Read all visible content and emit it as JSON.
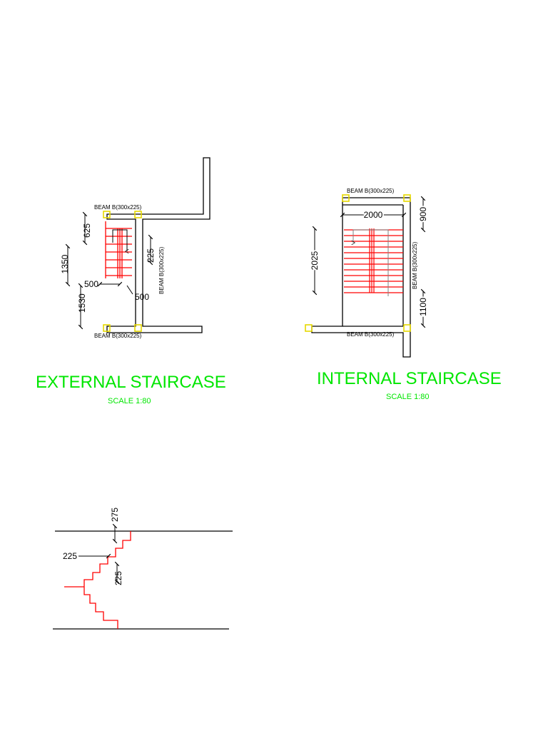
{
  "colors": {
    "background": "#ffffff",
    "wall": "#000000",
    "stair": "#ff0000",
    "column": "#ffff00",
    "title": "#00ff00",
    "arrow": "#808080"
  },
  "external": {
    "title": "EXTERNAL STAIRCASE",
    "scale": "SCALE 1:80",
    "beam_top": "BEAM B(300x225)",
    "beam_bottom": "BEAM B(300x225)",
    "beam_side": "BEAM B(300x225)",
    "dims": {
      "d625": "625",
      "d1350": "1350",
      "d1530": "1530",
      "d500a": "500",
      "d500b": "500",
      "d225": "225"
    }
  },
  "internal": {
    "title": "INTERNAL STAIRCASE",
    "scale": "SCALE 1:80",
    "beam_top": "BEAM B(300x225)",
    "beam_bottom": "BEAM B(300x225)",
    "beam_side": "BEAM B(300x225)",
    "dims": {
      "d2000": "2000",
      "d2025": "2025",
      "d900": "900",
      "d1100": "1100"
    }
  },
  "section": {
    "dims": {
      "d275": "275",
      "d225a": "225",
      "d225b": "225"
    }
  }
}
